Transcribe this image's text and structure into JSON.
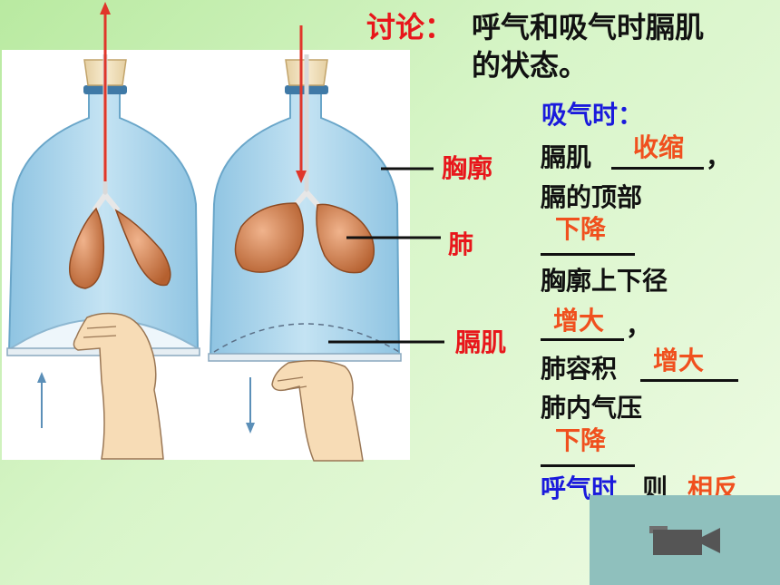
{
  "discussion": {
    "label": "讨论：",
    "question_line1": "呼气和吸气时膈肌",
    "question_line2": "的状态。"
  },
  "labels": {
    "rib_cage": "胸廓",
    "lungs": "肺",
    "diaphragm": "膈肌"
  },
  "inhale": {
    "heading": "吸气时：",
    "diaphragm_prefix": "膈肌",
    "diaphragm_answer": "收缩",
    "diaphragm_suffix": "，",
    "dome_text": "膈的顶部",
    "dome_answer": "下降",
    "chest_text": "胸廓上下径",
    "chest_answer": "增大",
    "chest_suffix": "，",
    "volume_prefix": "肺容积",
    "volume_answer": "增大",
    "pressure_text": "肺内气压",
    "pressure_answer": "下降"
  },
  "exhale": {
    "heading": "呼气时",
    "suffix": "则",
    "answer": "相反"
  },
  "colors": {
    "red_label": "#e8161b",
    "answer_orange": "#f0501e",
    "heading_blue": "#1a1adc",
    "jar_blue": "#a9d3ea",
    "lung_brown": "#c9774a",
    "media_box": "#8fc0bd"
  },
  "icons": {
    "media": "video-camera-icon"
  }
}
